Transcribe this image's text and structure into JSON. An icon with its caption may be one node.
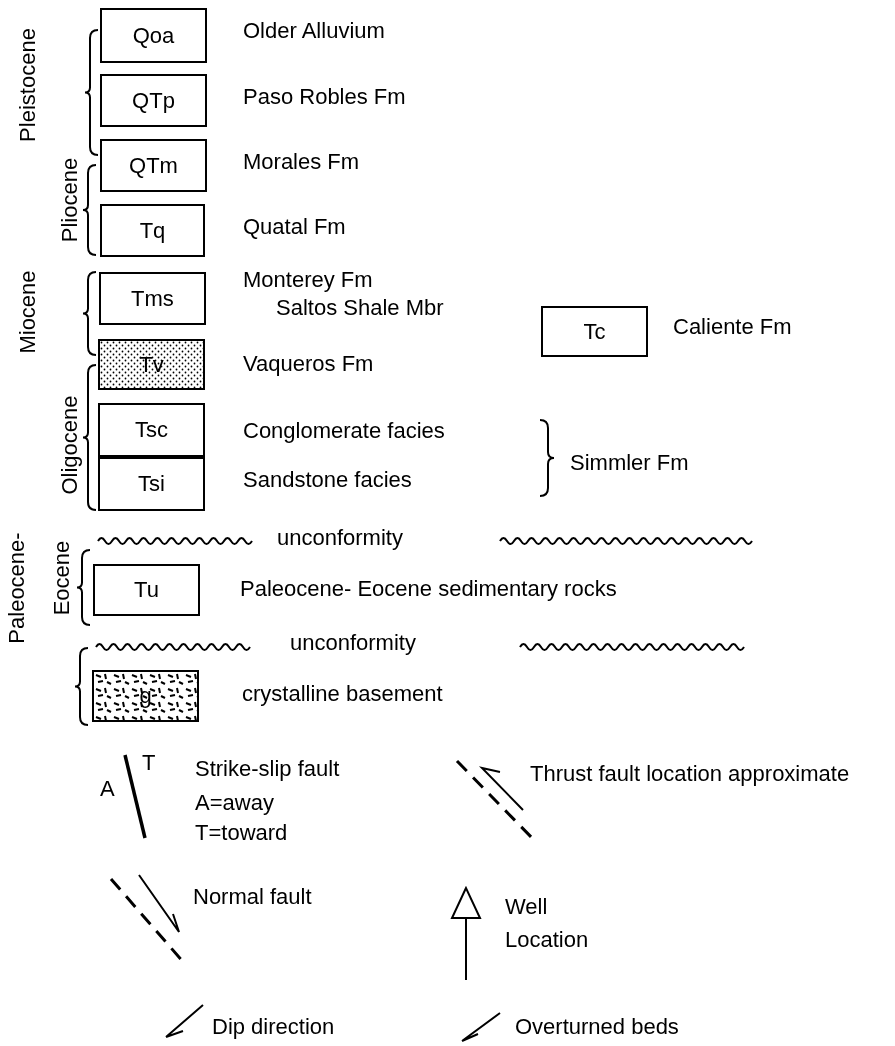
{
  "diagram": {
    "nodes": [
      {
        "text": [
          "Qoa"
        ],
        "beside": [
          "Older Alluvium"
        ]
      },
      {
        "text": [
          "QTp"
        ],
        "beside": [
          "Paso Robles Fm"
        ]
      },
      {
        "text": [
          "QTm"
        ],
        "beside": [
          "Morales Fm"
        ]
      },
      {
        "text": [
          "Tq"
        ],
        "beside": [
          "Quatal Fm"
        ]
      },
      {
        "text": [
          "Tms"
        ],
        "beside": [
          "Monterey Fm",
          "Saltos Shale Mbr"
        ]
      },
      {
        "text": [
          "Tc"
        ],
        "beside": [
          "Caliente Fm"
        ]
      },
      {
        "text": [
          "Tv"
        ],
        "beside": [
          "Vaqueros Fm"
        ]
      },
      {
        "text": [
          "Tsc"
        ],
        "beside": [
          "Conglomerate facies"
        ]
      },
      {
        "text": [
          "Tsi"
        ],
        "beside": [
          "Sandstone facies"
        ]
      },
      {
        "text": [
          "Tu"
        ],
        "beside": [
          "Paleocene- Eocene sedimentary rocks"
        ]
      },
      {
        "text": [
          "g"
        ],
        "beside": [
          "crystalline basement"
        ]
      }
    ],
    "edges": [],
    "labels": [
      "Pleistocene",
      "Pliocene",
      "Miocene",
      "Oligocene",
      "Paleocene-",
      "Eocene",
      "Simmler Fm",
      "unconformity",
      "unconformity",
      "A",
      "T",
      "A=away",
      "T=toward"
    ],
    "legend": [
      {
        "text": "Strike-slip fault"
      },
      {
        "text": "Thrust fault location approximate"
      },
      {
        "text": "Normal fault"
      },
      {
        "text": "Well Location"
      },
      {
        "text": "Dip direction"
      },
      {
        "text": "Overturned beds"
      }
    ]
  }
}
